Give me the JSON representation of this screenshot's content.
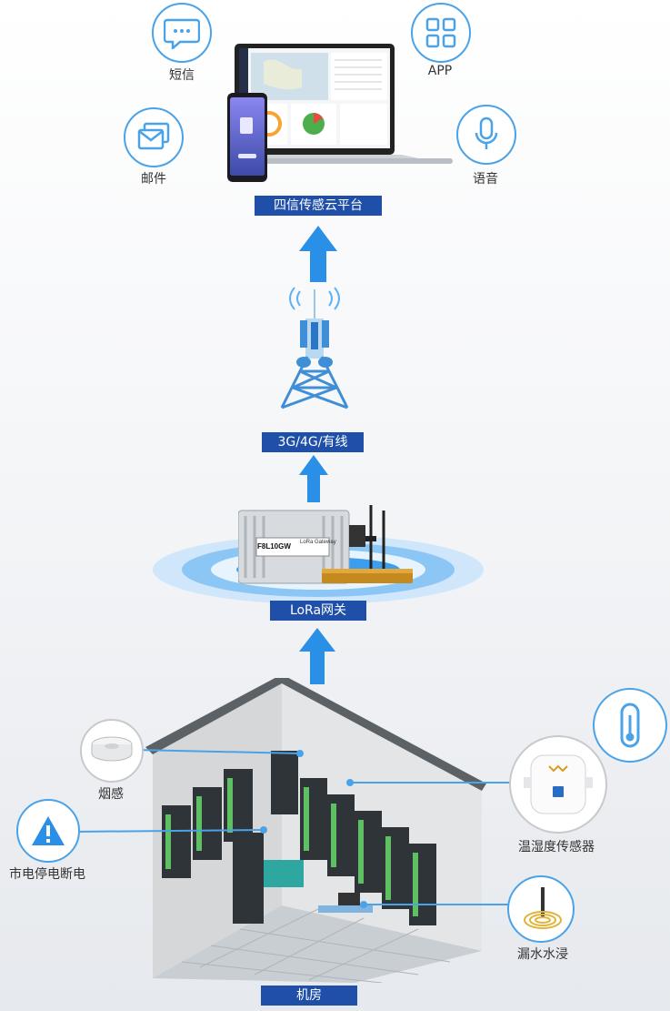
{
  "top_icons": {
    "sms": "短信",
    "app": "APP",
    "email": "邮件",
    "voice": "语音"
  },
  "platform_label": "四信传感云平台",
  "network_label": "3G/4G/有线",
  "gateway_label": "LoRa网关",
  "gateway_device": {
    "model": "F8L10GW",
    "brand": "LoRa Gateway"
  },
  "room_label": "机房",
  "sensors": {
    "smoke": "烟感",
    "power_failure": "市电停电断电",
    "temp_humidity": "温湿度传感器",
    "water_leak": "漏水水浸"
  },
  "colors": {
    "accent": "#4aa3e8",
    "label_bg": "#1f4fa8",
    "arrow": "#2a8fe6"
  }
}
